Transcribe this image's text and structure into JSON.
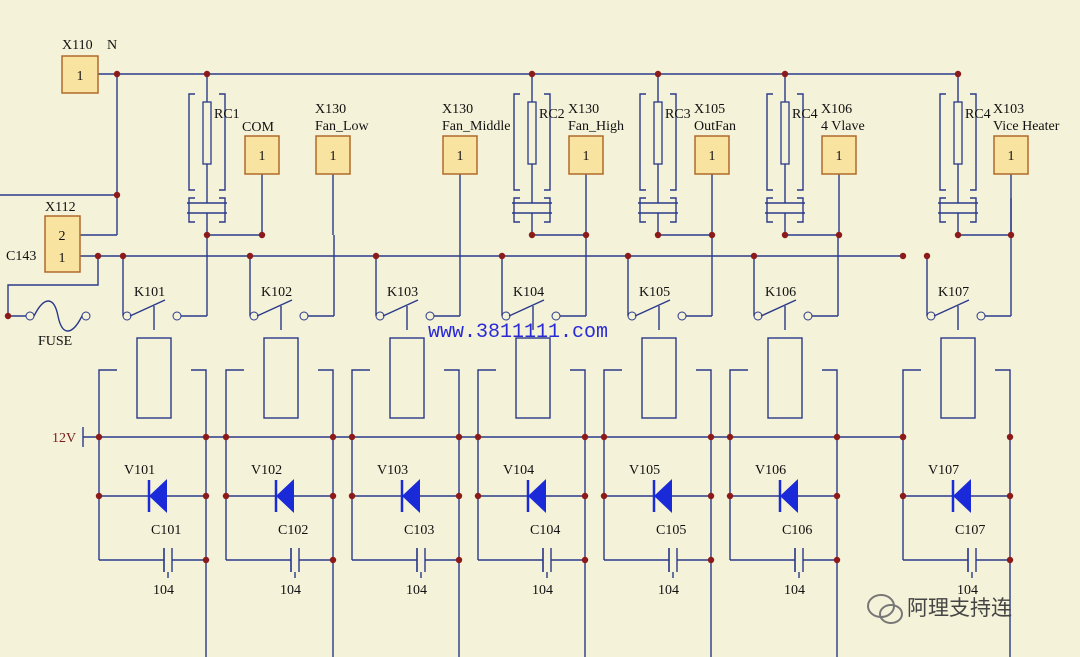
{
  "colors": {
    "background": "#f4f2d8",
    "wire": "#2a3a8a",
    "node": "#8b1a1a",
    "connector_fill": "#f8e3a0",
    "connector_stroke": "#b06a2a",
    "diode": "#1a2ad8",
    "url": "#2b2bd6"
  },
  "connectors": {
    "x110": {
      "ref": "X110",
      "pin": "1",
      "net": "N"
    },
    "x112": {
      "ref": "X112",
      "pin_top": "2",
      "pin_bottom": "1"
    },
    "com": {
      "ref": "COM",
      "pin": "1"
    },
    "fan_low": {
      "ref": "X130",
      "name": "Fan_Low",
      "pin": "1"
    },
    "fan_middle": {
      "ref": "X130",
      "name": "Fan_Middle",
      "pin": "1"
    },
    "fan_high": {
      "ref": "X130",
      "name": "Fan_High",
      "pin": "1"
    },
    "outfan": {
      "ref": "X105",
      "name": "OutFan",
      "pin": "1"
    },
    "valve": {
      "ref": "X106",
      "name": "4 Vlave",
      "pin": "1"
    },
    "heater": {
      "ref": "X103",
      "name": "Vice Heater",
      "pin": "1"
    }
  },
  "snubbers": [
    "RC1",
    "RC2",
    "RC3",
    "RC4",
    "RC4"
  ],
  "left_labels": {
    "c143": "C143",
    "fuse": "FUSE",
    "supply": "12V"
  },
  "relays": [
    "K101",
    "K102",
    "K103",
    "K104",
    "K105",
    "K106",
    "K107"
  ],
  "diodes": [
    "V101",
    "V102",
    "V103",
    "V104",
    "V105",
    "V106",
    "V107"
  ],
  "capacitors": [
    "C101",
    "C102",
    "C103",
    "C104",
    "C105",
    "C106",
    "C107"
  ],
  "cap_values": [
    "104",
    "104",
    "104",
    "104",
    "104",
    "104",
    "104"
  ],
  "url": "www.3811111.com",
  "watermark": "阿理支持连"
}
